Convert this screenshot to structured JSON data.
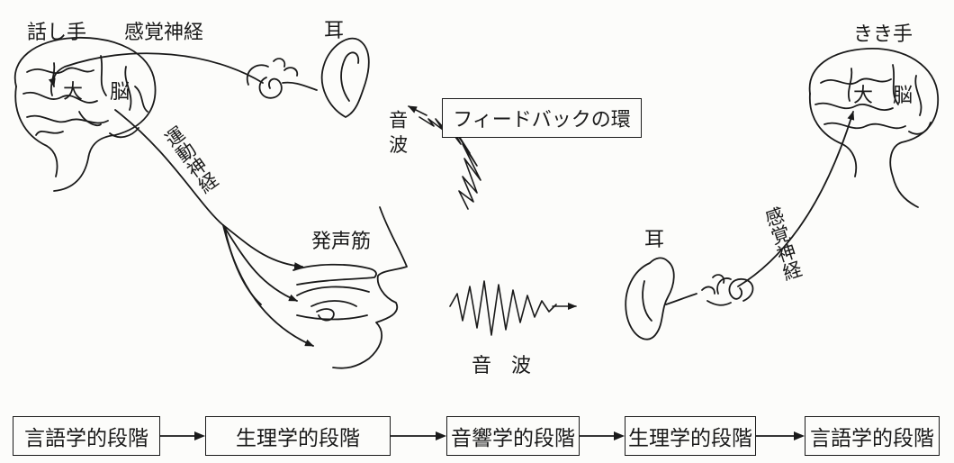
{
  "speaker": {
    "label": "話し手",
    "brain_label_1": "大",
    "brain_label_2": "脳"
  },
  "listener": {
    "label": "きき手",
    "brain_label_1": "大",
    "brain_label_2": "脳"
  },
  "top_sensory_nerve": "感覚神経",
  "top_ear": "耳",
  "motor_nerve": "運動神経",
  "vocal_muscles": "発声筋",
  "feedback_loop": "フィードバックの環",
  "upper_sound_wave": "音 波",
  "lower_sound_wave": "音　波",
  "listener_ear": "耳",
  "listener_sensory_nerve": "感覚神経",
  "stages": [
    "言語学的段階",
    "生理学的段階",
    "音響学的段階",
    "生理学的段階",
    "言語学的段階"
  ]
}
